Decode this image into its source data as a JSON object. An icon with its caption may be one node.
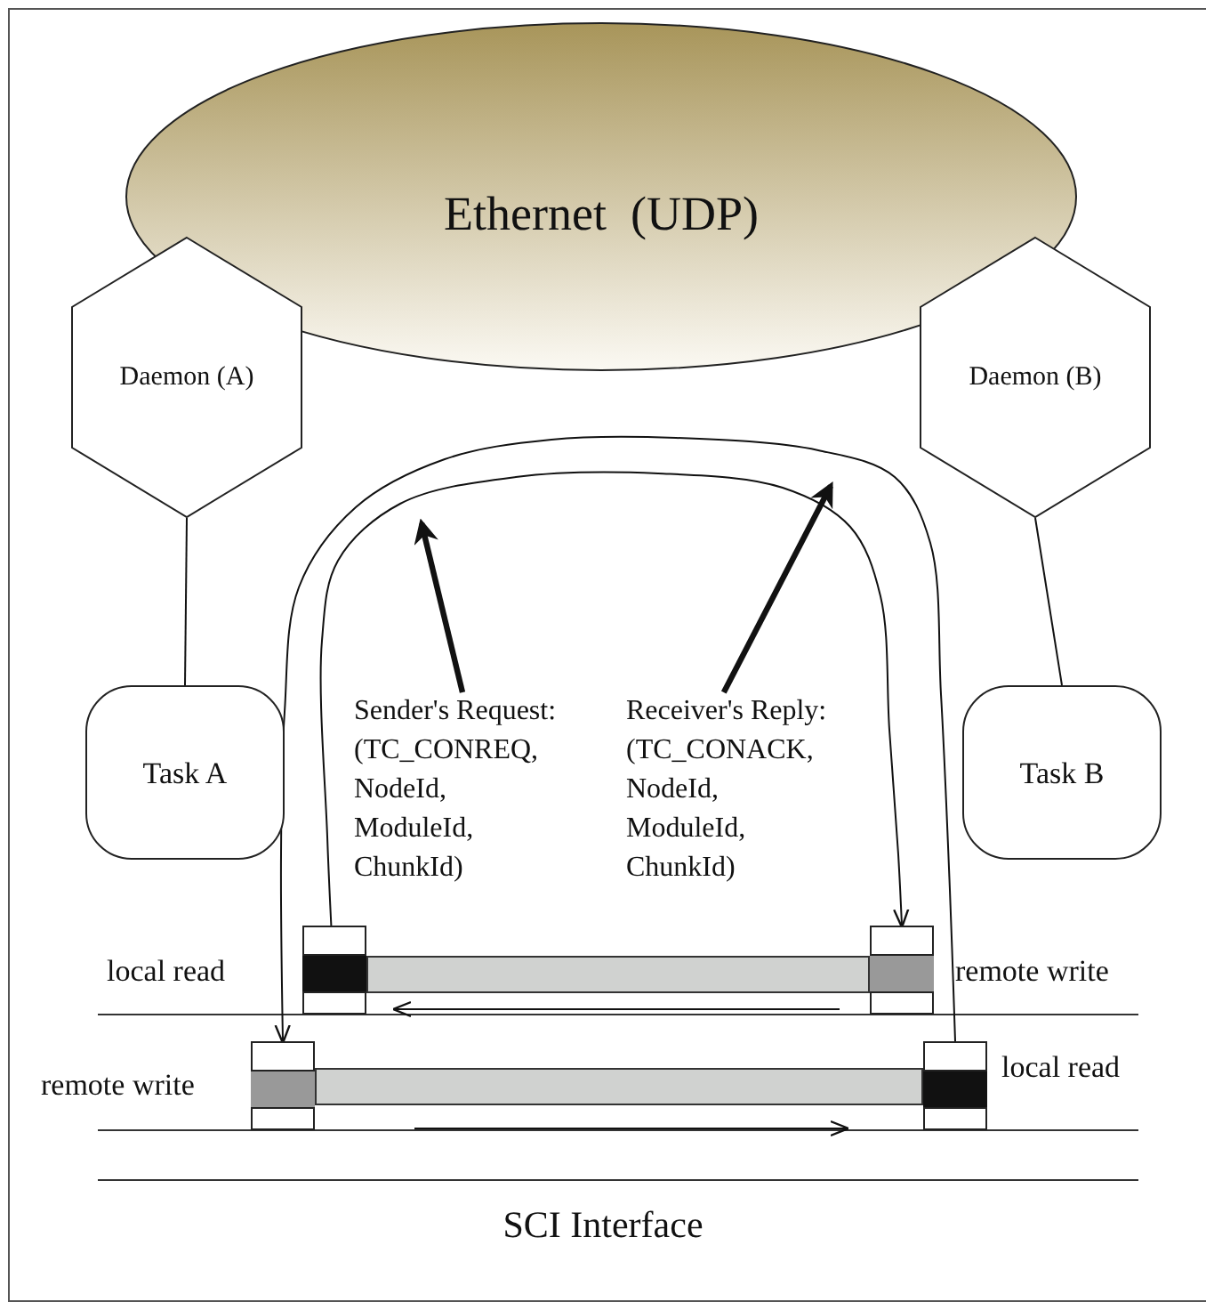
{
  "diagram": {
    "nodes": [
      {
        "text": [
          "Ethernet  (UDP)"
        ]
      },
      {
        "text": [
          "Daemon (A)"
        ]
      },
      {
        "text": [
          "Daemon (B)"
        ]
      },
      {
        "text": [
          "Task A"
        ]
      },
      {
        "text": [
          "Task B"
        ]
      },
      {
        "text": [
          "Sender's Request: (TC_CONREQ, NodeId, ModuleId, ChunkId)"
        ]
      },
      {
        "text": [
          "Receiver's Reply: (TC_CONACK, NodeId, ModuleId, ChunkId)"
        ]
      },
      {
        "text": [],
        "shape": "box",
        "beside": [
          "local read"
        ]
      },
      {
        "text": [],
        "shape": "bar"
      },
      {
        "text": [],
        "shape": "box",
        "beside": [
          "remote write"
        ]
      },
      {
        "text": [],
        "shape": "box",
        "beside": [
          "remote write"
        ]
      },
      {
        "text": [],
        "shape": "bar"
      },
      {
        "text": [],
        "shape": "box",
        "beside": [
          "local read"
        ]
      }
    ],
    "edges": [
      {
        "from": 1,
        "to": 3,
        "arrow": "none"
      },
      {
        "from": 2,
        "to": 4,
        "arrow": "none"
      },
      {
        "from": 7,
        "to": 9,
        "arrow": "to"
      },
      {
        "from": 12,
        "to": 10,
        "arrow": "to"
      },
      {
        "from": 5,
        "to": null,
        "arrow": "to",
        "style": "thick"
      },
      {
        "from": 6,
        "to": null,
        "arrow": "to",
        "style": "thick"
      }
    ],
    "labels": [
      "SCI Interface"
    ]
  }
}
